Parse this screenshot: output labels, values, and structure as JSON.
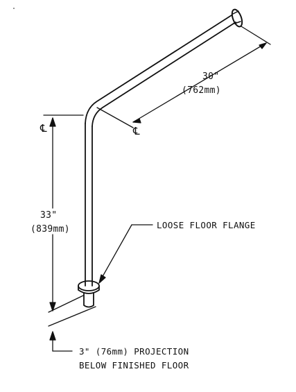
{
  "diagram": {
    "horizontal_dimension": {
      "imperial": "30\"",
      "metric": "(762mm)"
    },
    "vertical_dimension": {
      "imperial": "33\"",
      "metric": "(839mm)"
    },
    "centerline_symbol": "℄",
    "flange_label": "LOOSE FLOOR FLANGE",
    "projection_note": {
      "line1": "3\" (76mm) PROJECTION",
      "line2": "BELOW FINISHED FLOOR"
    },
    "stroke_color": "#111111",
    "background_color": "#ffffff"
  }
}
